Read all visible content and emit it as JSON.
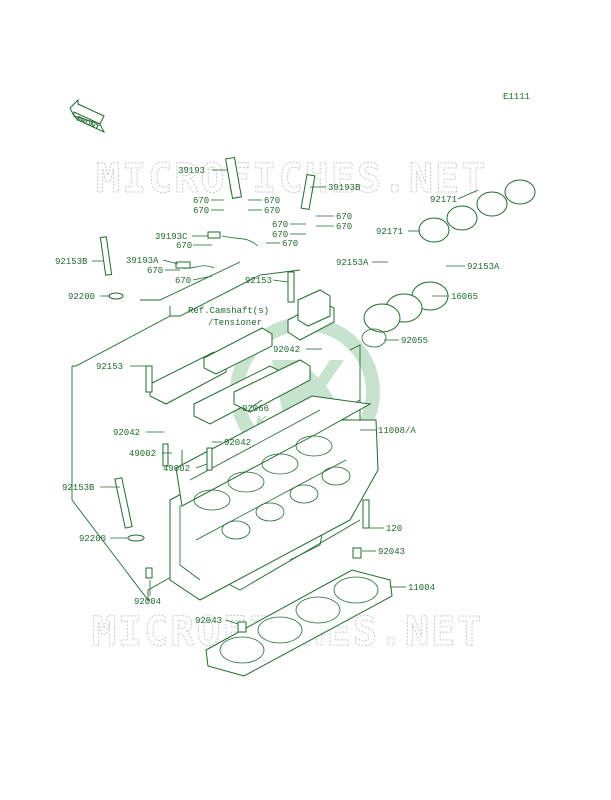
{
  "diagram_id": "E1111",
  "front_label": "FRONT",
  "watermark": {
    "top": "MICROFICHES.NET",
    "bottom": "MICROFICHES.NET",
    "logo_text": "Kawasaki"
  },
  "reference_note": [
    "Ref.Camshaft(s)",
    "/Tensioner"
  ],
  "colors": {
    "line": "#1f6a2e",
    "watermark": "#c9c9c9",
    "logo": "#b5d9bd",
    "background": "#ffffff"
  },
  "callouts": [
    {
      "id": "c-39193",
      "text": "39193"
    },
    {
      "id": "c-670-a",
      "text": "670"
    },
    {
      "id": "c-670-b",
      "text": "670"
    },
    {
      "id": "c-670-c",
      "text": "670"
    },
    {
      "id": "c-670-d",
      "text": "670"
    },
    {
      "id": "c-39193b",
      "text": "39193B"
    },
    {
      "id": "c-670-e",
      "text": "670"
    },
    {
      "id": "c-670-f",
      "text": "670"
    },
    {
      "id": "c-670-g",
      "text": "670"
    },
    {
      "id": "c-670-h",
      "text": "670"
    },
    {
      "id": "c-39193c",
      "text": "39193C"
    },
    {
      "id": "c-670-i",
      "text": "670"
    },
    {
      "id": "c-670-j",
      "text": "670"
    },
    {
      "id": "c-92153b-top",
      "text": "92153B"
    },
    {
      "id": "c-39193a",
      "text": "39193A"
    },
    {
      "id": "c-670-k",
      "text": "670"
    },
    {
      "id": "c-670-l",
      "text": "670"
    },
    {
      "id": "c-92153-mid",
      "text": "92153"
    },
    {
      "id": "c-92200-top",
      "text": "92200"
    },
    {
      "id": "c-92153a-left",
      "text": "92153A"
    },
    {
      "id": "c-92153a-right",
      "text": "92153A"
    },
    {
      "id": "c-92171-top",
      "text": "92171"
    },
    {
      "id": "c-92171-mid",
      "text": "92171"
    },
    {
      "id": "c-16065",
      "text": "16065"
    },
    {
      "id": "c-92055",
      "text": "92055"
    },
    {
      "id": "c-92042-top",
      "text": "92042"
    },
    {
      "id": "c-92153-left",
      "text": "92153"
    },
    {
      "id": "c-92066",
      "text": "92066"
    },
    {
      "id": "c-11008a",
      "text": "11008/A"
    },
    {
      "id": "c-92042-left",
      "text": "92042"
    },
    {
      "id": "c-92042-mid",
      "text": "92042"
    },
    {
      "id": "c-49002-a",
      "text": "49002"
    },
    {
      "id": "c-49002-b",
      "text": "49002"
    },
    {
      "id": "c-92153b-bot",
      "text": "92153B"
    },
    {
      "id": "c-120",
      "text": "120"
    },
    {
      "id": "c-92200-bot",
      "text": "92200"
    },
    {
      "id": "c-92043-right",
      "text": "92043"
    },
    {
      "id": "c-11004",
      "text": "11004"
    },
    {
      "id": "c-92004",
      "text": "92004"
    },
    {
      "id": "c-92043-bot",
      "text": "92043"
    }
  ]
}
